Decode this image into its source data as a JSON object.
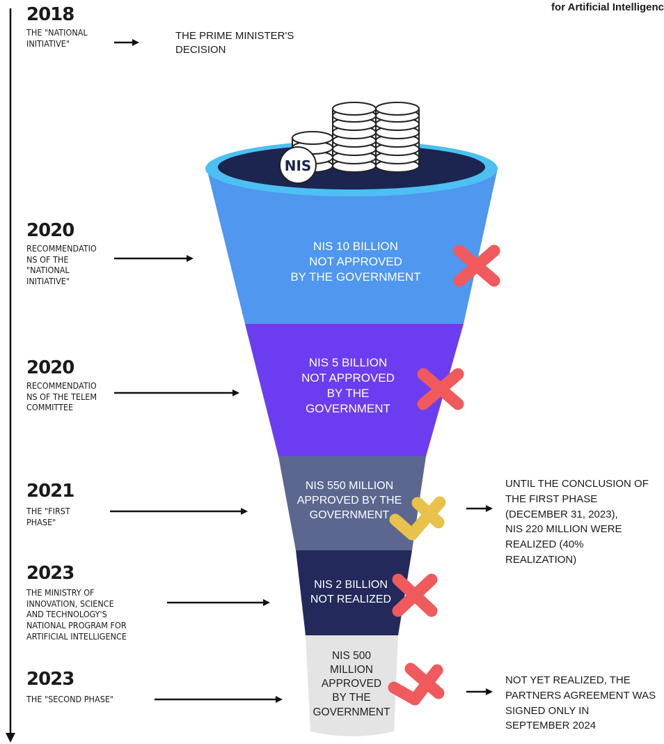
{
  "header": {
    "title_fragment": "for Artificial Intelligenc"
  },
  "timeline": [
    {
      "year": "2018",
      "desc": "THE \"NATIONAL\nINITIATIVE\"",
      "target": "THE PRIME MINISTER'S\nDECISION"
    },
    {
      "year": "2020",
      "desc": "RECOMMENDATIO\nNS OF THE\n\"NATIONAL\nINITIATIVE\""
    },
    {
      "year": "2020",
      "desc": "RECOMMENDATIO\nNS OF THE TELEM\nCOMMITTEE"
    },
    {
      "year": "2021",
      "desc": "THE \"FIRST\nPHASE\""
    },
    {
      "year": "2023",
      "desc": "THE MINISTRY OF\nINNOVATION, SCIENCE\nAND TECHNOLOGY'S\nNATIONAL PROGRAM FOR\nARTIFICIAL INTELLIGENCE"
    },
    {
      "year": "2023",
      "desc": "THE \"SECOND PHASE\""
    }
  ],
  "funnel": {
    "coin_label": "NIS",
    "segments": [
      {
        "label": "NIS 10 BILLION\nNOT APPROVED\nBY THE GOVERNMENT",
        "status": "rejected",
        "color": "#4f97ef"
      },
      {
        "label": "NIS 5 BILLION\nNOT APPROVED\nBY THE\nGOVERNMENT",
        "status": "rejected",
        "color": "#6c3df0"
      },
      {
        "label": "NIS 550 MILLION\nAPPROVED BY THE\nGOVERNMENT",
        "status": "approved",
        "color": "#5c6790"
      },
      {
        "label": "NIS 2 BILLION\nNOT REALIZED",
        "status": "rejected",
        "color": "#23295a"
      },
      {
        "label": "NIS 500\nMILLION\nAPPROVED\nBY THE\nGOVERNMENT",
        "status": "rejected",
        "color": "#e4e4e4"
      }
    ]
  },
  "notes": {
    "first_phase": "UNTIL THE CONCLUSION OF\nTHE FIRST PHASE\n(DECEMBER 31, 2023),\nNIS 220 MILLION WERE\nREALIZED (40%\nREALIZATION)",
    "second_phase": "NOT YET REALIZED, THE\nPARTNERS AGREEMENT WAS\nSIGNED ONLY IN\nSEPTEMBER 2024"
  },
  "colors": {
    "rim": "#4cc0f2",
    "inner": "#1c2450",
    "cross": "#f05a5c",
    "check": "#e8c24a",
    "arrow": "#111111"
  }
}
